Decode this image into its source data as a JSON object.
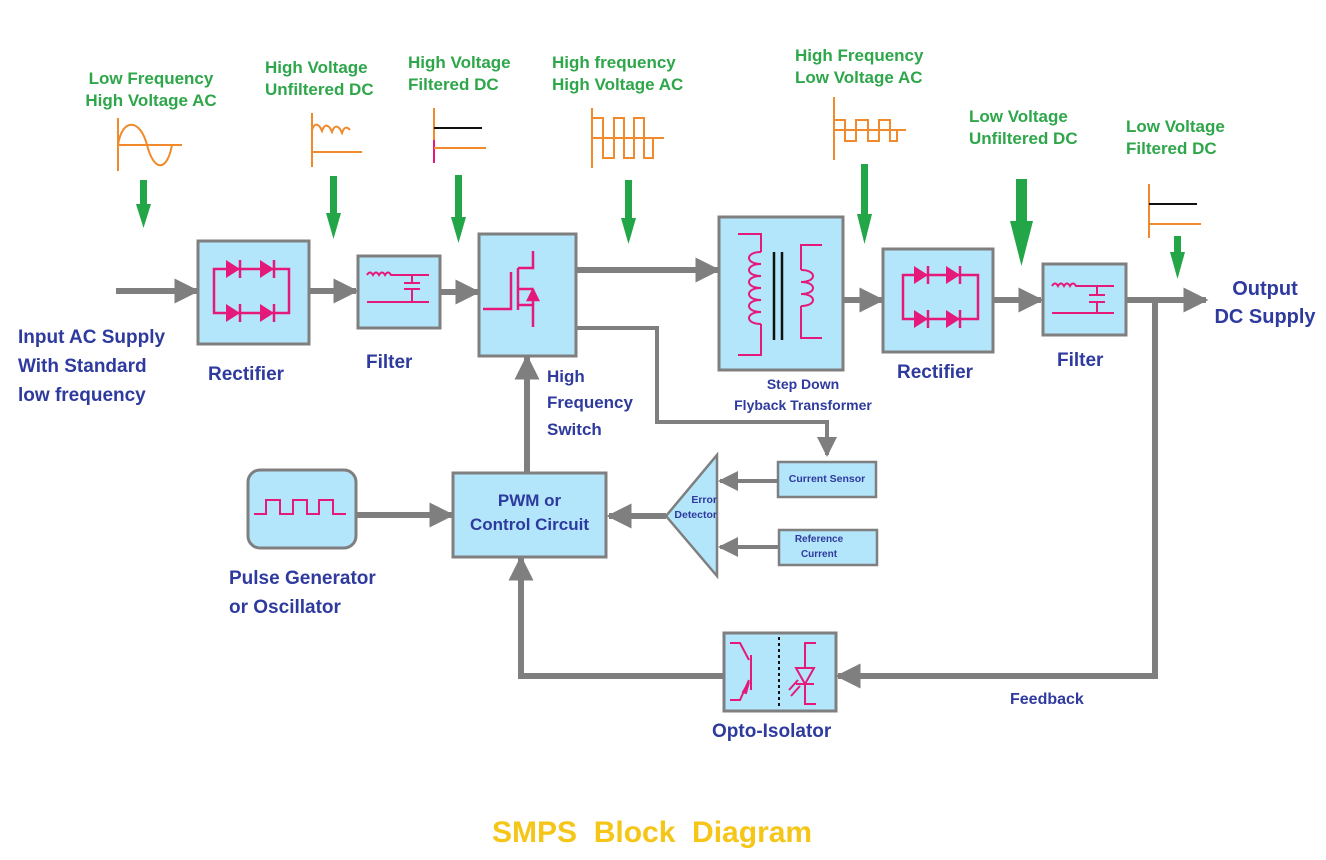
{
  "title": "SMPS  Block  Diagram",
  "colors": {
    "block_fill": "#b3e5fb",
    "block_stroke": "#7f7f7f",
    "arrow": "#7f7f7f",
    "signal_arrow": "#22a648",
    "waveform": "#f08a2c",
    "symbol": "#e5197a",
    "label_blue": "#2e3a9e",
    "label_green": "#2ea64a",
    "title": "#f5c518"
  },
  "signals": [
    {
      "id": "sig1",
      "line1": "Low Frequency",
      "line2": "High Voltage AC",
      "waveform": "sine-icon"
    },
    {
      "id": "sig2",
      "line1": "High Voltage",
      "line2": "Unfiltered DC",
      "waveform": "rectified-ripple-icon"
    },
    {
      "id": "sig3",
      "line1": "High Voltage",
      "line2": "Filtered DC",
      "waveform": "flat-dc-icon"
    },
    {
      "id": "sig4",
      "line1": "High frequency",
      "line2": "High Voltage AC",
      "waveform": "square-wave-icon"
    },
    {
      "id": "sig5",
      "line1": "High Frequency",
      "line2": "Low Voltage AC",
      "waveform": "square-wave-small-icon"
    },
    {
      "id": "sig6",
      "line1": "Low Voltage",
      "line2": "Unfiltered DC",
      "waveform": "none"
    },
    {
      "id": "sig7",
      "line1": "Low Voltage",
      "line2": "Filtered DC",
      "waveform": "flat-dc-icon"
    }
  ],
  "blocks": {
    "input": {
      "line1": "Input AC Supply",
      "line2": "With Standard",
      "line3": "low frequency"
    },
    "rectifier1": {
      "label": "Rectifier"
    },
    "filter1": {
      "label": "Filter"
    },
    "switch": {
      "line1": "High",
      "line2": "Frequency",
      "line3": "Switch"
    },
    "transformer": {
      "line1": "Step Down",
      "line2": "Flyback Transformer"
    },
    "rectifier2": {
      "label": "Rectifier"
    },
    "filter2": {
      "label": "Filter"
    },
    "output": {
      "line1": "Output",
      "line2": "DC Supply"
    },
    "pulse_gen": {
      "line1": "Pulse Generator",
      "line2": "or Oscillator"
    },
    "pwm": {
      "line1": "PWM or",
      "line2": "Control Circuit"
    },
    "error_detector": {
      "line1": "Error",
      "line2": "Detector"
    },
    "current_sensor": {
      "label": "Current Sensor"
    },
    "reference": {
      "line1": "Reference",
      "line2": "Current"
    },
    "opto": {
      "label": "Opto-Isolator"
    },
    "feedback": {
      "label": "Feedback"
    }
  }
}
